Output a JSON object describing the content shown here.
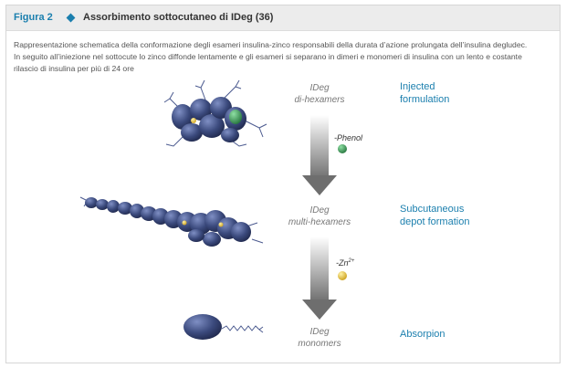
{
  "header": {
    "figure_label": "Figura 2",
    "title": "Assorbimento sottocutaneo di IDeg (36)"
  },
  "caption": [
    "Rappresentazione schematica della conformazione degli esameri insulina-zinco responsabili della durata d’azione prolungata dell’insulina degludec.",
    "In seguito all’iniezione nel sottocute lo zinco diffonde lentamente e gli esameri si separano in dimeri e monomeri di insulina con un lento e costante",
    "rilascio di insulina per più di 24 ore"
  ],
  "stages": [
    {
      "label_line1": "IDeg",
      "label_line2": "di-hexamers",
      "stage_line1": "Injected",
      "stage_line2": "formulation"
    },
    {
      "label_line1": "IDeg",
      "label_line2": "multi-hexamers",
      "stage_line1": "Subcutaneous",
      "stage_line2": "depot formation"
    },
    {
      "label_line1": "IDeg",
      "label_line2": "monomers",
      "stage_line1": "Absorpion",
      "stage_line2": ""
    }
  ],
  "agents": {
    "phenol": "-Phenol",
    "zinc": "-Zn",
    "zinc_sup": "2+"
  },
  "colors": {
    "accent": "#1b7fae",
    "protein": "#3b4a7d",
    "phenol": "#2e8b4a",
    "zinc": "#e8c13a"
  }
}
